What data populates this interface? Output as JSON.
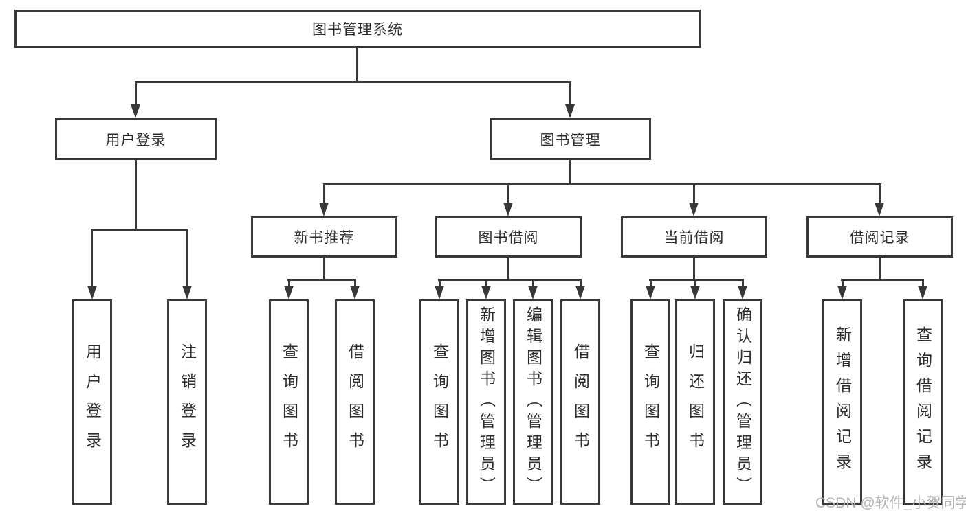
{
  "diagram": {
    "root": {
      "label": "图书管理系统"
    },
    "branches": [
      {
        "label": "用户登录",
        "children": [
          "用户登录",
          "注销登录"
        ]
      },
      {
        "label": "图书管理",
        "groups": [
          {
            "label": "新书推荐",
            "children": [
              "查询图书",
              "借阅图书"
            ]
          },
          {
            "label": "图书借阅",
            "children": [
              "查询图书",
              "新增图书（管理员）",
              "编辑图书（管理员）",
              "借阅图书"
            ]
          },
          {
            "label": "当前借阅",
            "children": [
              "查询图书",
              "归还图书",
              "确认归还（管理员）"
            ]
          },
          {
            "label": "借阅记录",
            "children": [
              "新增借阅记录",
              "查询借阅记录"
            ]
          }
        ]
      }
    ]
  },
  "watermark": {
    "text": "CSDN @软件_小贺同学"
  },
  "colors": {
    "line": "#383838",
    "text": "#2d2d2d",
    "background": "#ffffff",
    "watermark": "#b3b3b3"
  }
}
